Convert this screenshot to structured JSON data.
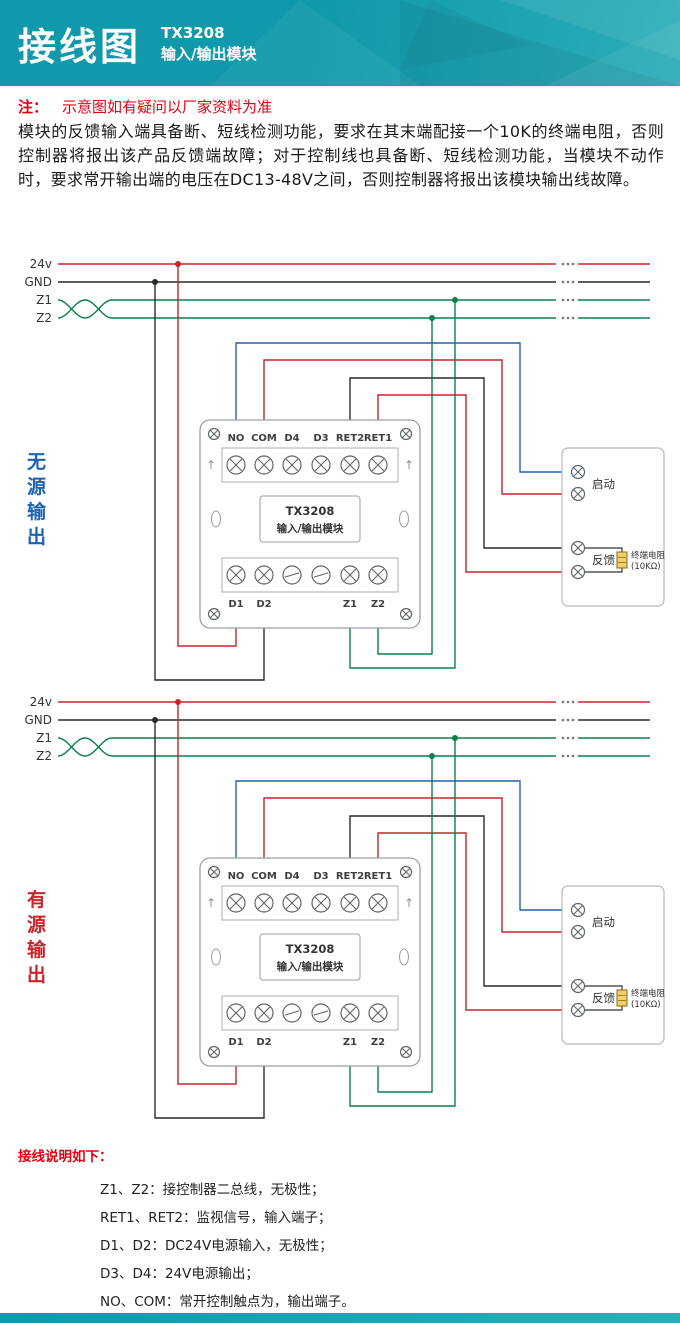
{
  "header": {
    "title": "接线图",
    "model": "TX3208",
    "subtitle": "输入/输出模块"
  },
  "note": {
    "prefix": "注：",
    "text": "示意图如有疑问以厂家资料为准"
  },
  "description": "模块的反馈输入端具备断、短线检测功能，要求在其末端配接一个10K的终端电阻，否则控制器将报出该产品反馈端故障；对于控制线也具备断、短线检测功能，当模块不动作时，要求常开输出端的电压在DC13-48V之间，否则控制器将报出该模块输出线故障。",
  "icons": {
    "up_arrow": "↑"
  },
  "colors": {
    "header_teal": "#1099aa",
    "header_teal_light": "#2cadb8",
    "accent_red": "#e60012",
    "wire_red": "#c8232b",
    "wire_black": "#2a2a2a",
    "wire_blue": "#1f63b0",
    "wire_green": "#0c7f4d",
    "passive_label_blue": "#1a63b5",
    "active_label_red": "#c9252c"
  },
  "diagrams": [
    {
      "side_label": "无源输出",
      "bus_labels": [
        "24v",
        "GND",
        "Z1",
        "Z2"
      ],
      "module": {
        "model": "TX3208",
        "name": "输入/输出模块",
        "top_terminals": [
          "NO",
          "COM",
          "D4",
          "D3",
          "RET2",
          "RET1"
        ],
        "bottom_terminals": [
          "D1",
          "D2",
          "Z1",
          "Z2"
        ]
      },
      "device": {
        "start_label": "启动",
        "feedback_label": "反馈",
        "resistor_label": "终端电阻",
        "resistor_value": "(10KΩ)"
      }
    },
    {
      "side_label": "有源输出",
      "bus_labels": [
        "24v",
        "GND",
        "Z1",
        "Z2"
      ],
      "module": {
        "model": "TX3208",
        "name": "输入/输出模块",
        "top_terminals": [
          "NO",
          "COM",
          "D4",
          "D3",
          "RET2",
          "RET1"
        ],
        "bottom_terminals": [
          "D1",
          "D2",
          "Z1",
          "Z2"
        ]
      },
      "device": {
        "start_label": "启动",
        "feedback_label": "反馈",
        "resistor_label": "终端电阻",
        "resistor_value": "(10KΩ)"
      }
    }
  ],
  "instructions": {
    "heading": "接线说明如下：",
    "items": [
      "Z1、Z2：接控制器二总线，无极性；",
      "RET1、RET2：监视信号，输入端子；",
      "D1、D2：DC24V电源输入，无极性；",
      "D3、D4：24V电源输出；",
      "NO、COM：常开控制触点为，输出端子。"
    ]
  }
}
